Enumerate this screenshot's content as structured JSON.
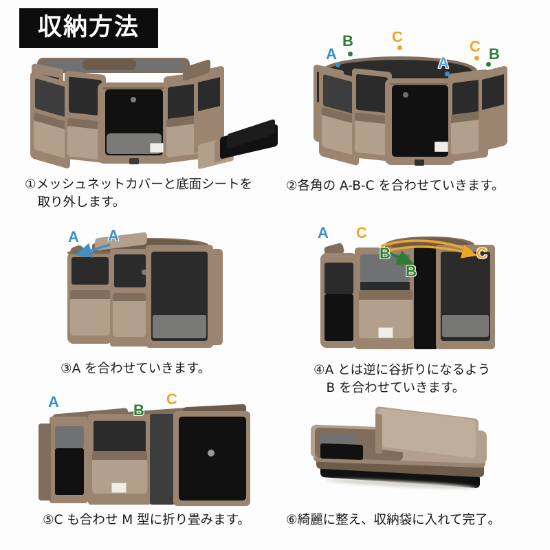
{
  "title": "収納方法",
  "marker_colors": {
    "A": "#3d8fc6",
    "B": "#2e7d32",
    "C": "#efa526"
  },
  "product_colors": {
    "canvas_taupe": "#9b8571",
    "canvas_light": "#b3a08c",
    "mesh_dark": "#2b2b2b",
    "floor_pad_grey": "#8d8e8c",
    "banner_black": "#0d0d0d"
  },
  "steps": [
    {
      "number": "①",
      "caption": "①メッシュネットカバーと底面シートを\n　取り外します。",
      "markers": []
    },
    {
      "number": "②",
      "caption": "②各角の A-B-C を合わせていきます。",
      "markers": [
        "A",
        "B",
        "C",
        "A",
        "C",
        "B"
      ]
    },
    {
      "number": "③",
      "caption": "③A を合わせていきます。",
      "markers": [
        "A",
        "A"
      ]
    },
    {
      "number": "④",
      "caption": "④A とは逆に谷折りになるよう\n　B を合わせていきます。",
      "markers": [
        "A",
        "C",
        "B",
        "B",
        "C"
      ]
    },
    {
      "number": "⑤",
      "caption": "⑤C も合わせ M 型に折り畳みます。",
      "markers": [
        "A",
        "B",
        "C"
      ]
    },
    {
      "number": "⑥",
      "caption": "⑥綺麗に整え、収納袋に入れて完了。",
      "markers": []
    }
  ],
  "marker_labels": {
    "a": "A",
    "b": "B",
    "c": "C"
  }
}
